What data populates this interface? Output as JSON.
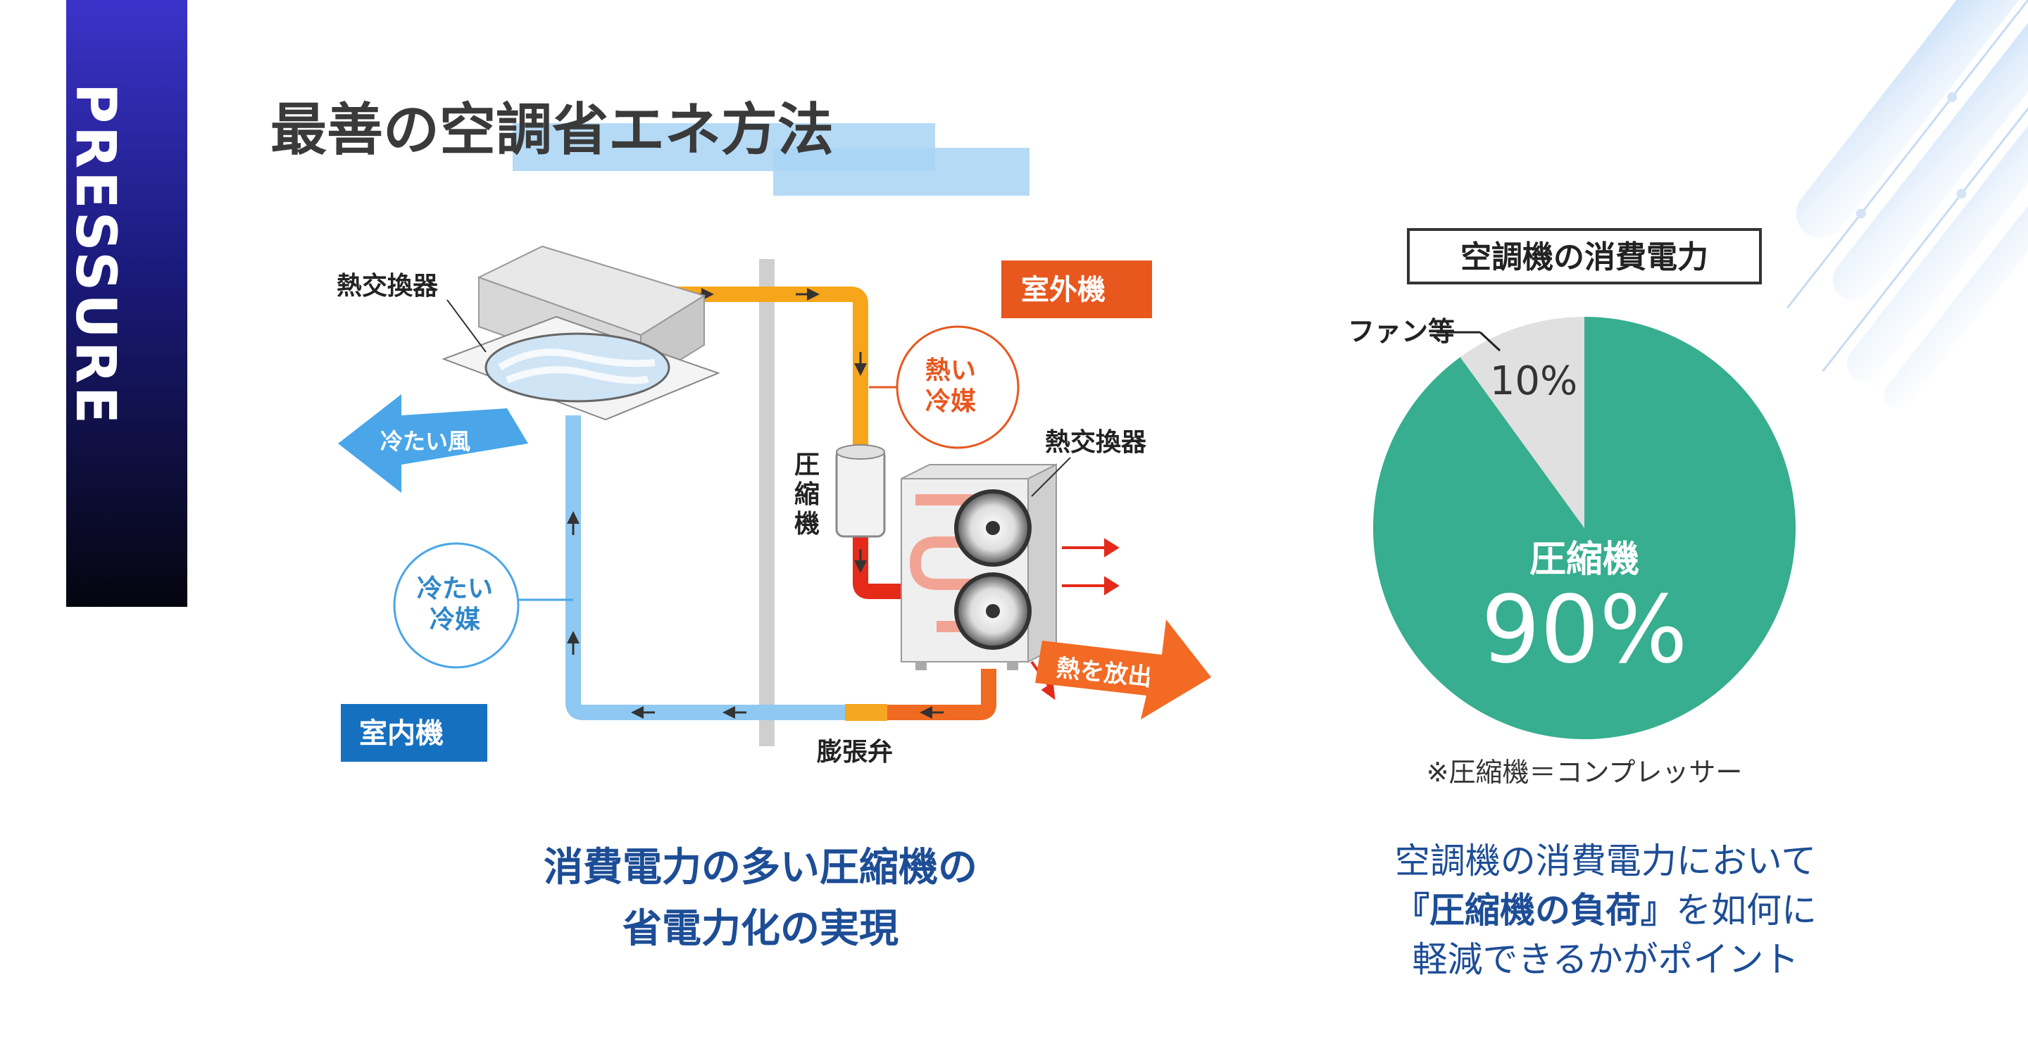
{
  "side_tab": {
    "label": "PRESSURE"
  },
  "title": "最善の空調省エネ方法",
  "diagram": {
    "indoor_heat_exchanger": "熱交換器",
    "cold_wind": "冷たい風",
    "cold_refrigerant": [
      "冷たい",
      "冷媒"
    ],
    "indoor_unit": "室内機",
    "outdoor_unit": "室外機",
    "hot_refrigerant": [
      "熱い",
      "冷媒"
    ],
    "compressor": [
      "圧",
      "縮",
      "機"
    ],
    "outdoor_heat_exchanger": "熱交換器",
    "heat_release": "熱を放出",
    "expansion_valve": "膨張弁"
  },
  "caption_left": [
    "消費電力の多い圧縮機の",
    "省電力化の実現"
  ],
  "chart_data": {
    "type": "pie",
    "title": "空調機の消費電力",
    "slices": [
      {
        "label": "圧縮機",
        "value": 90,
        "value_label": "90%",
        "color": "#36ae8f"
      },
      {
        "label": "ファン等",
        "value": 10,
        "value_label": "10%",
        "color": "#e0e0e0"
      }
    ],
    "footnote": "※圧縮機＝コンプレッサー"
  },
  "caption_right": {
    "line1": "空調機の消費電力において",
    "line2_bracket_open": "『",
    "line2_bold": "圧縮機の負荷",
    "line2_bracket_close": "』",
    "line2_rest": "を如何に",
    "line3": "軽減できるかがポイント"
  },
  "colors": {
    "tab_gradient_top": "#3b33c9",
    "tab_gradient_bottom": "#05050f",
    "caption_blue": "#1d4d96",
    "pie_green": "#36ae8f",
    "pie_grey": "#e0e0e0",
    "hot_orange": "#e8571e",
    "cold_blue": "#8fc8f2",
    "label_blue_bg": "#1670c0"
  }
}
